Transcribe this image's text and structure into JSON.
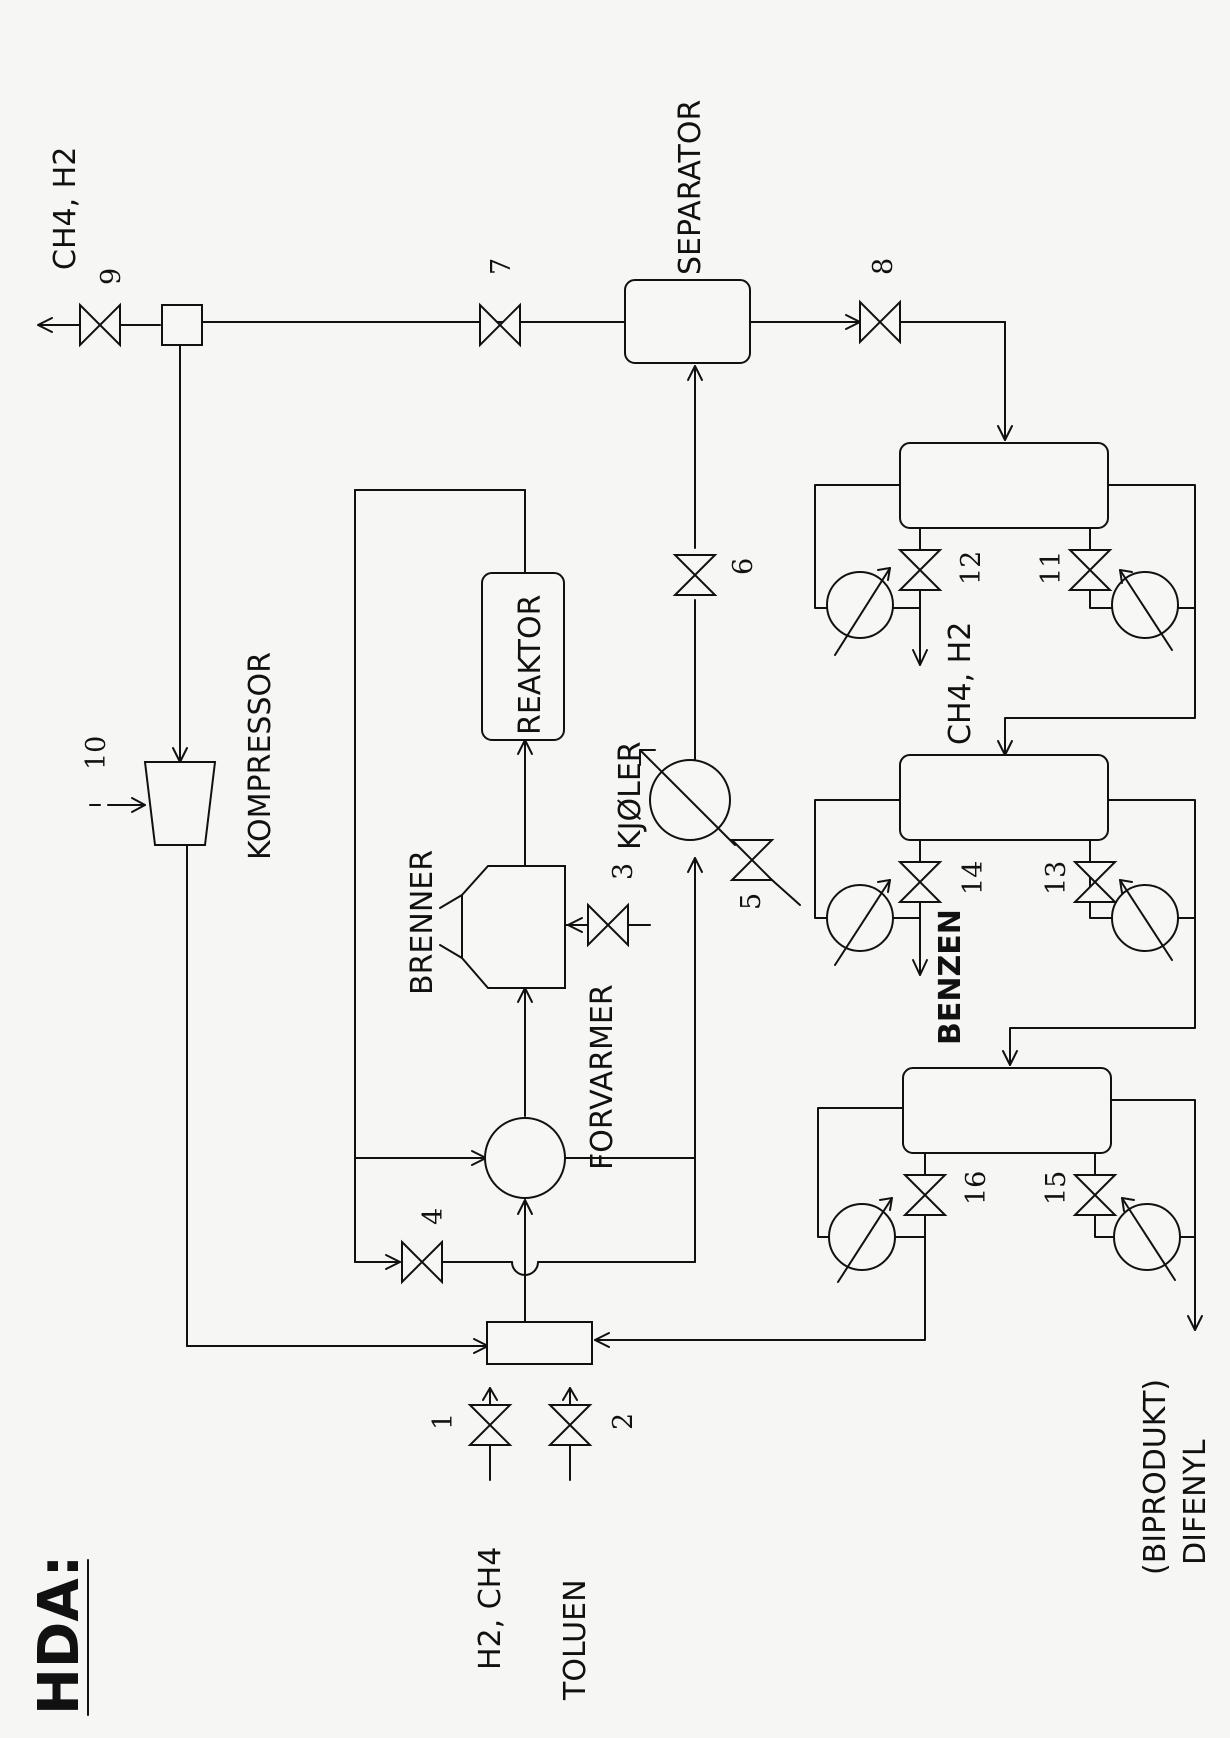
{
  "title": "HDA:",
  "feed": {
    "line1": "H2, CH4",
    "line2": "TOLUEN"
  },
  "top_product": "CH4, H2",
  "equipment": {
    "compressor": "KOMPRESSOR",
    "reactor": "REAKTOR",
    "burner": "BRENNER",
    "preheater": "FORVARMER",
    "cooler": "KJØLER",
    "separator": "SEPARATOR"
  },
  "column_products": {
    "col1": "CH4, H2",
    "col2": "BENZEN",
    "col3_line1": "(BIPRODUKT)",
    "col3_line2": "DIFENYL"
  },
  "valves": [
    "1",
    "2",
    "3",
    "4",
    "5",
    "6",
    "7",
    "8",
    "9",
    "10",
    "11",
    "12",
    "13",
    "14",
    "15",
    "16"
  ]
}
